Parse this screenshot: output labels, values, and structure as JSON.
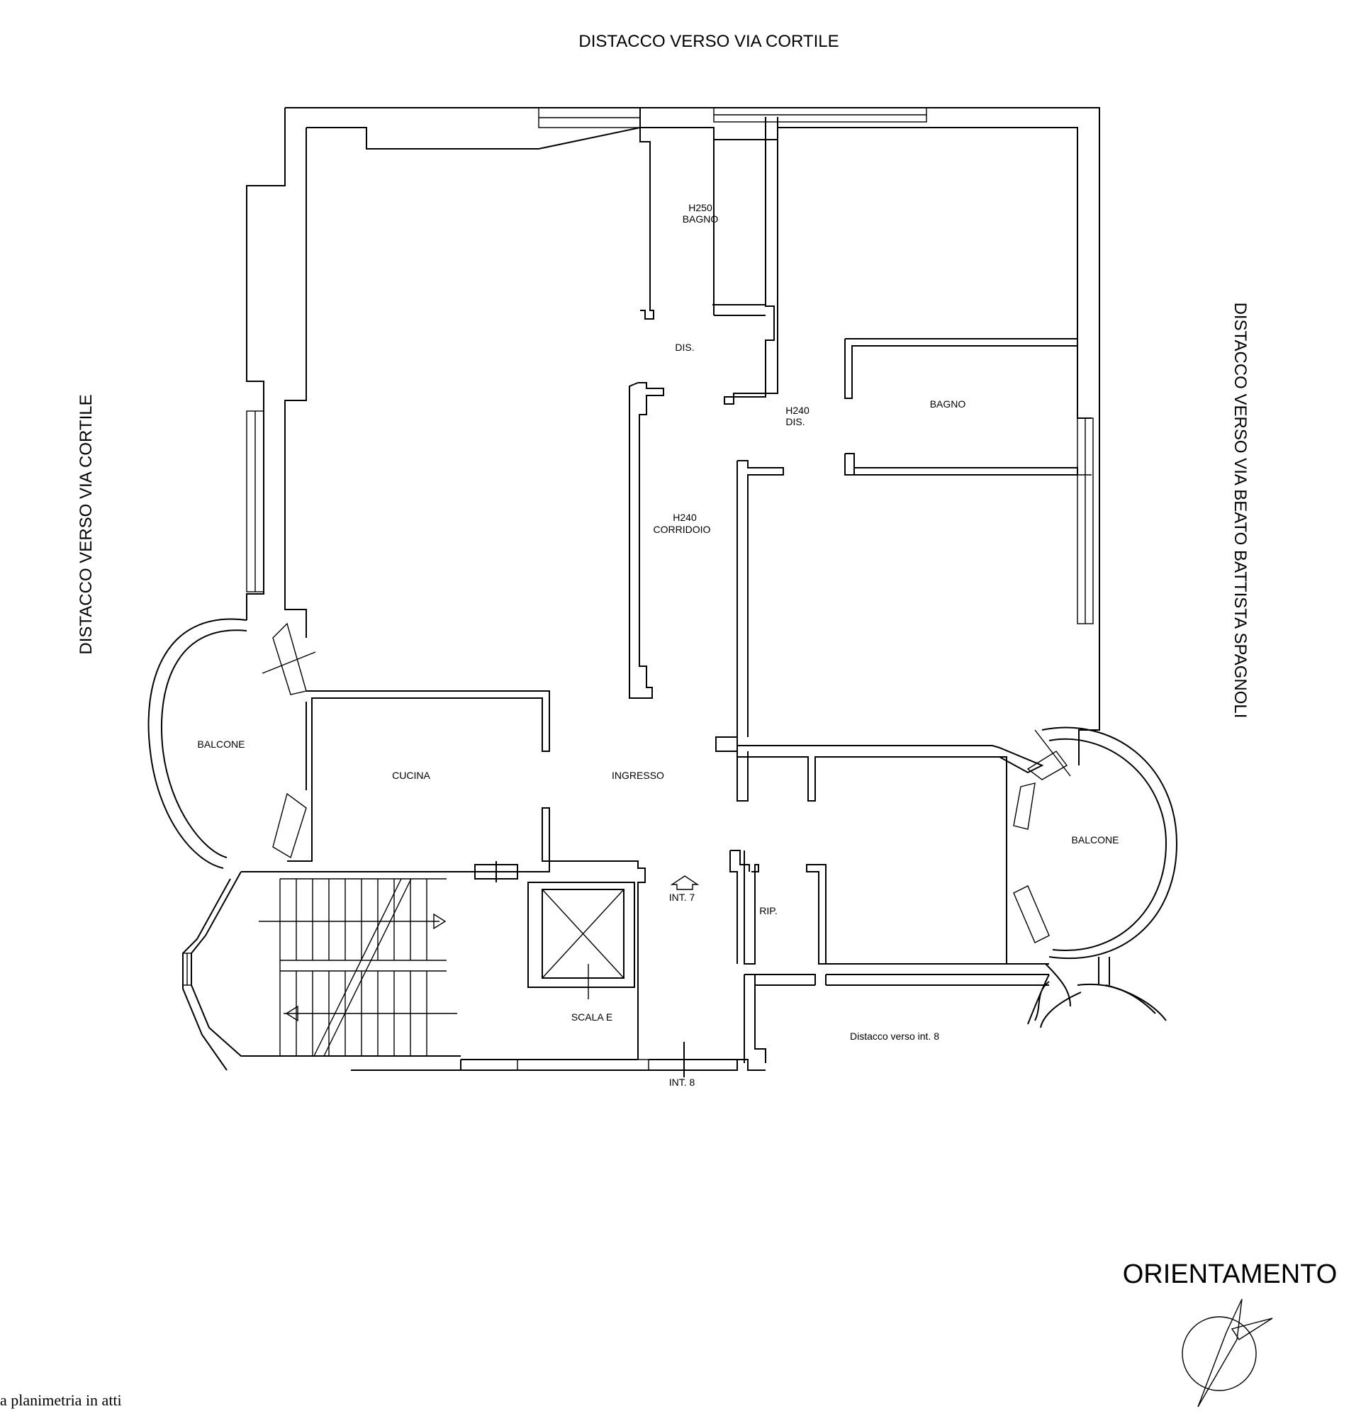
{
  "labels": {
    "top": "DISTACCO VERSO VIA  CORTILE",
    "left": "DISTACCO VERSO VIA  CORTILE",
    "right": "DISTACCO VERSO VIA  BEATO BATTISTA SPAGNOLI",
    "orientation_title": "ORIENTAMENTO",
    "footer": "a planimetria in atti"
  },
  "rooms": {
    "bagno_top_height": "H250",
    "bagno_top": "BAGNO",
    "dis_top": "DIS.",
    "dis_right_height": "H240",
    "dis_right": "DIS.",
    "bagno_right": "BAGNO",
    "corridoio_height": "H240",
    "corridoio": "CORRIDOIO",
    "balcone_left": "BALCONE",
    "cucina": "CUCINA",
    "ingresso": "INGRESSO",
    "balcone_right": "BALCONE",
    "int7": "INT. 7",
    "rip": "RIP.",
    "scala": "SCALA E",
    "distacco_int8": "Distacco verso int. 8",
    "int8": "INT. 8"
  }
}
